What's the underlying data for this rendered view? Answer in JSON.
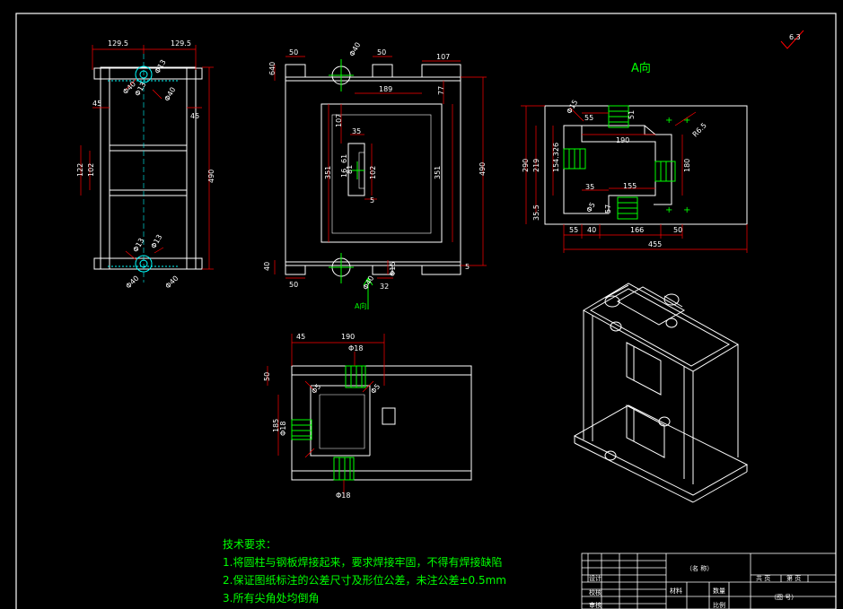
{
  "drawing": {
    "surface_roughness": "6.3",
    "view_label": "A向",
    "arrow_label": "A向"
  },
  "views": {
    "left_view": {
      "dims": [
        "129.5",
        "129.5",
        "45",
        "45",
        "122",
        "102",
        "490",
        "Φ40",
        "Φ13",
        "Φ40",
        "Φ13",
        "Φ13",
        "Φ13",
        "Φ40",
        "Φ40"
      ]
    },
    "front_view": {
      "dims": [
        "50",
        "50",
        "107",
        "Φ40",
        "640",
        "189",
        "77",
        "107",
        "35",
        "61",
        "81",
        "16",
        "102",
        "5",
        "351",
        "351",
        "490",
        "40",
        "50",
        "Φ40",
        "32",
        "Φ15",
        "5"
      ]
    },
    "a_view": {
      "dims": [
        "Φ15",
        "55",
        "51",
        "190",
        "R6.5",
        "290",
        "219",
        "154.326",
        "180",
        "35",
        "155",
        "Φ5",
        "57",
        "35.5",
        "55",
        "40",
        "166",
        "50",
        "455"
      ]
    },
    "section_view": {
      "dims": [
        "45",
        "190",
        "Φ18",
        "50",
        "Φ5",
        "Φ5",
        "185",
        "Φ18",
        "Φ18"
      ]
    }
  },
  "technical_requirements": {
    "title": "技术要求：",
    "items": [
      "1.将圆柱与钢板焊接起来，要求焊接牢固，不得有焊接缺陷",
      "2.保证图纸标注的公差尺寸及形位公差，未注公差±0.5mm",
      "3.所有尖角处均倒角"
    ]
  },
  "title_block": {
    "name": "（名  称）",
    "drawing_number": "（图  号）",
    "designer": "设计",
    "checker": "校核",
    "reviewer": "审核",
    "material": "材料",
    "quantity": "数量",
    "scale": "比例",
    "sheets_total": "共  页",
    "sheet_no": "第  页"
  },
  "colors": {
    "background": "#000000",
    "outline": "#ffffff",
    "dimension": "#ff0000",
    "center": "#00ffff",
    "note": "#00ff00"
  }
}
